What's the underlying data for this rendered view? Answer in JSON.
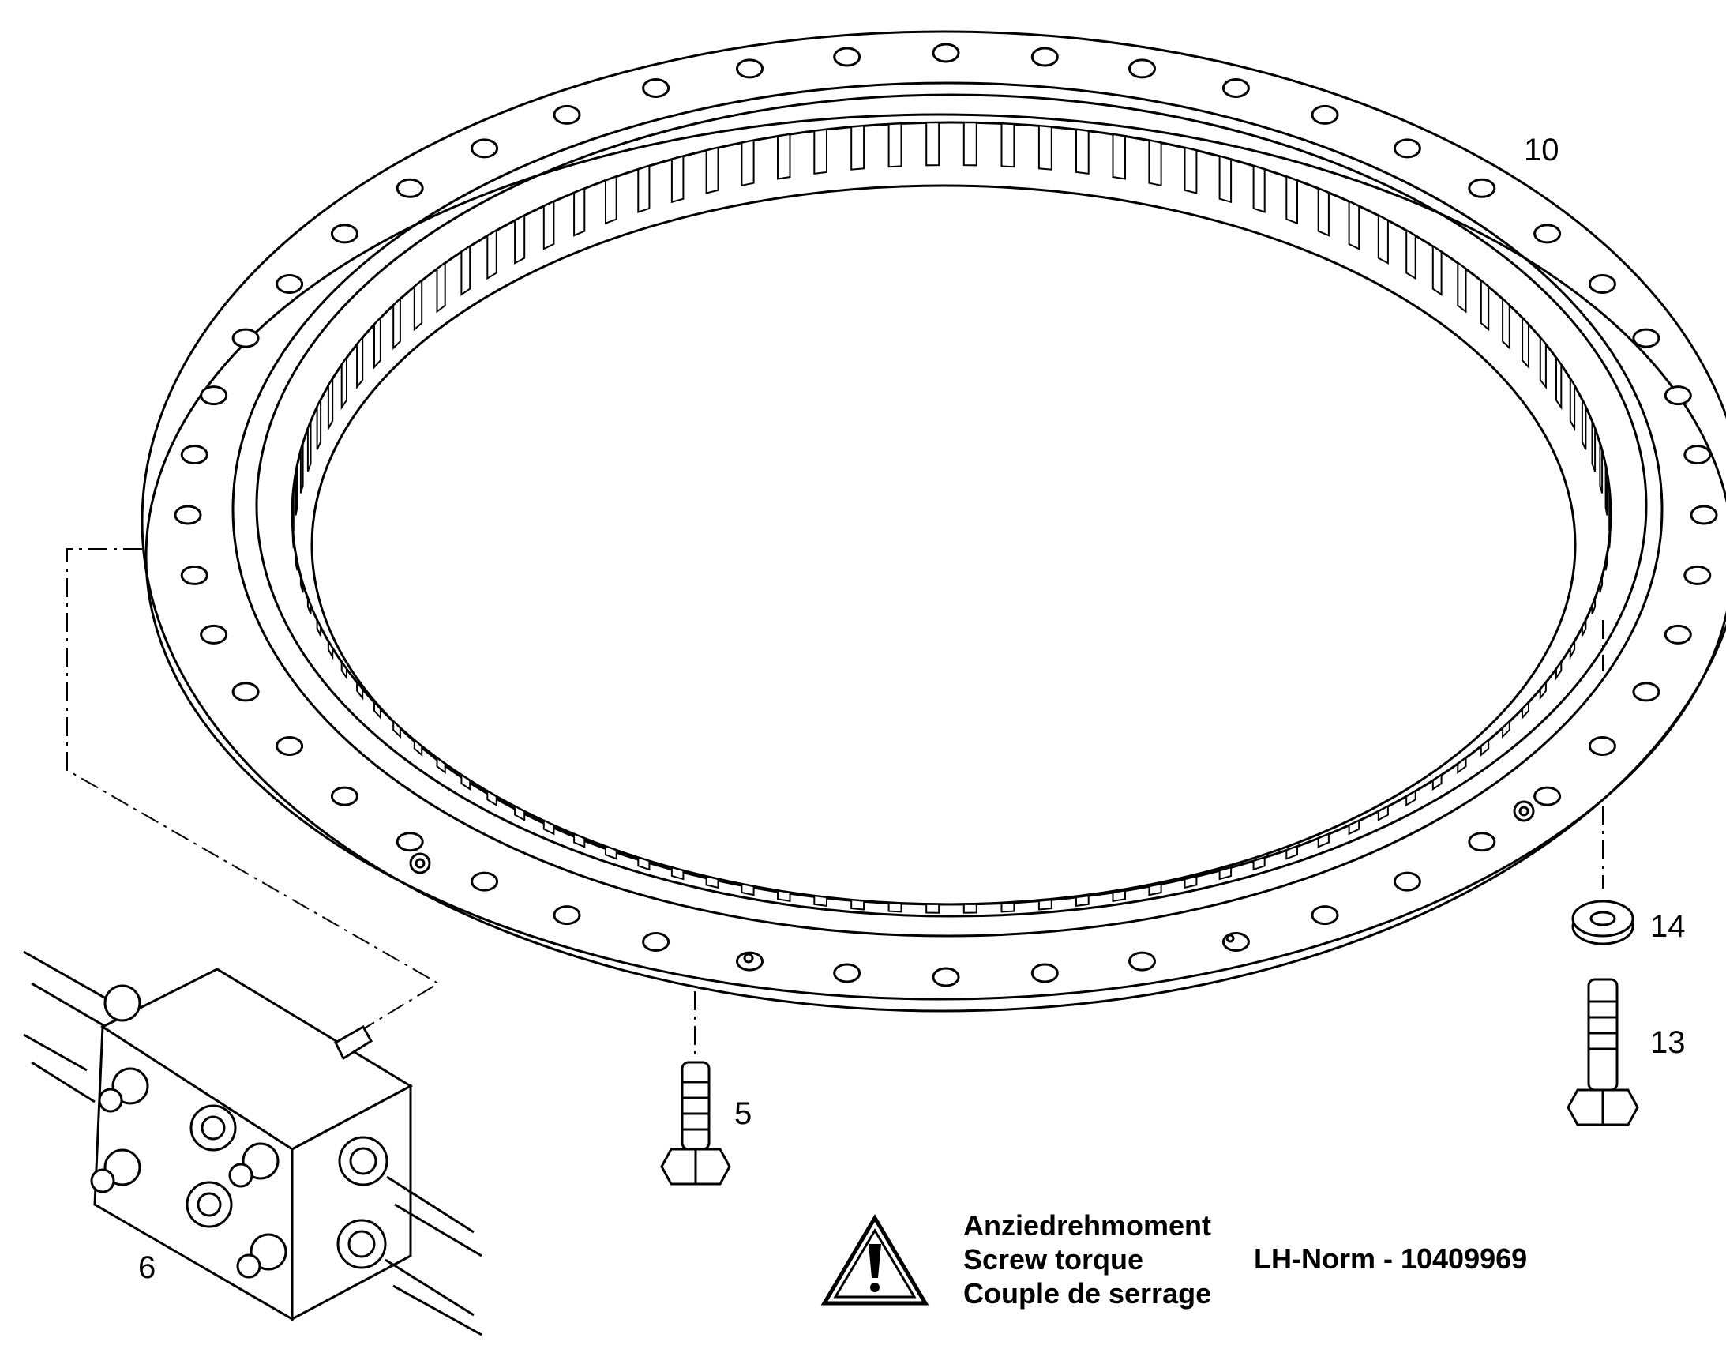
{
  "drawing": {
    "callouts": [
      {
        "id": "10",
        "label": "10"
      },
      {
        "id": "14",
        "label": "14"
      },
      {
        "id": "13",
        "label": "13"
      },
      {
        "id": "5",
        "label": "5"
      },
      {
        "id": "6",
        "label": "6"
      }
    ],
    "notice": {
      "line1": "Anziedrehmoment",
      "line2": "Screw torque",
      "line3": "Couple de serrage",
      "norm": "LH-Norm - 10409969"
    },
    "icons": {
      "warning": "warning-triangle-icon"
    },
    "colors": {
      "line": "#000000",
      "background": "#ffffff"
    }
  }
}
